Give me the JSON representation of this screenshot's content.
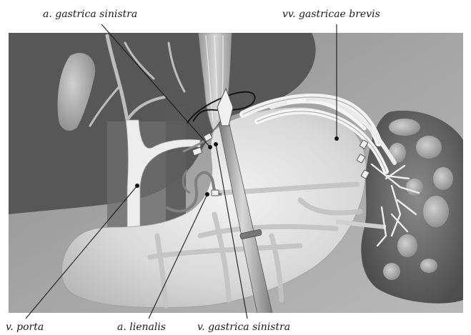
{
  "labels": {
    "a_gastrica_sinistra": "a. gastrica sinistra",
    "vv_gastricae_breves": "vv. gastricae brevis",
    "v_porta": "v. porta",
    "a_lienalis": "a. lienalis",
    "v_gastrica_sinistra": "v. gastrica sinistra"
  },
  "colors": {
    "liver": "#595959",
    "background_panel": "#9a9a9a",
    "stomach": "#dcdcdc",
    "vessel_light": "#efefef",
    "spleen": "#6a6a6a",
    "instrument": "#a8a8a8"
  }
}
